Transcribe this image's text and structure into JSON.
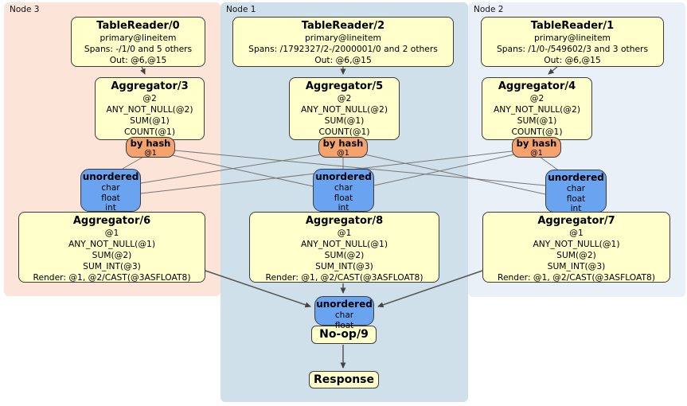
{
  "diagram": {
    "regions": [
      {
        "label": "Node 3",
        "table_reader": {
          "title": "TableReader/0",
          "lines": [
            "primary@lineitem",
            "Spans: -/1/0 and 5 others",
            "Out: @6,@15"
          ]
        },
        "aggregator_top": {
          "title": "Aggregator/3",
          "lines": [
            "@2",
            "ANY_NOT_NULL(@2)",
            "SUM(@1)",
            "COUNT(@1)"
          ]
        },
        "router": {
          "title": "by hash",
          "detail": "@1"
        },
        "sync": {
          "title": "unordered",
          "lines": [
            "char",
            "float",
            "int"
          ]
        },
        "aggregator_bottom": {
          "title": "Aggregator/6",
          "lines": [
            "@1",
            "ANY_NOT_NULL(@1)",
            "SUM(@2)",
            "SUM_INT(@3)",
            "Render: @1, @2/CAST(@3ASFLOAT8)"
          ]
        }
      },
      {
        "label": "Node 1",
        "table_reader": {
          "title": "TableReader/2",
          "lines": [
            "primary@lineitem",
            "Spans: /1792327/2-/2000001/0 and 2 others",
            "Out: @6,@15"
          ]
        },
        "aggregator_top": {
          "title": "Aggregator/5",
          "lines": [
            "@2",
            "ANY_NOT_NULL(@2)",
            "SUM(@1)",
            "COUNT(@1)"
          ]
        },
        "router": {
          "title": "by hash",
          "detail": "@1"
        },
        "sync": {
          "title": "unordered",
          "lines": [
            "char",
            "float",
            "int"
          ]
        },
        "aggregator_bottom": {
          "title": "Aggregator/8",
          "lines": [
            "@1",
            "ANY_NOT_NULL(@1)",
            "SUM(@2)",
            "SUM_INT(@3)",
            "Render: @1, @2/CAST(@3ASFLOAT8)"
          ]
        }
      },
      {
        "label": "Node 2",
        "table_reader": {
          "title": "TableReader/1",
          "lines": [
            "primary@lineitem",
            "Spans: /1/0-/549602/3 and 3 others",
            "Out: @6,@15"
          ]
        },
        "aggregator_top": {
          "title": "Aggregator/4",
          "lines": [
            "@2",
            "ANY_NOT_NULL(@2)",
            "SUM(@1)",
            "COUNT(@1)"
          ]
        },
        "router": {
          "title": "by hash",
          "detail": "@1"
        },
        "sync": {
          "title": "unordered",
          "lines": [
            "char",
            "float",
            "int"
          ]
        },
        "aggregator_bottom": {
          "title": "Aggregator/7",
          "lines": [
            "@1",
            "ANY_NOT_NULL(@1)",
            "SUM(@2)",
            "SUM_INT(@3)",
            "Render: @1, @2/CAST(@3ASFLOAT8)"
          ]
        }
      }
    ],
    "final": {
      "sync": {
        "title": "unordered",
        "lines": [
          "char",
          "float"
        ]
      },
      "noop_title": "No-op/9",
      "response_title": "Response"
    },
    "colors": {
      "processor_fill": "#ffffcc",
      "router_fill": "#f4a26e",
      "sync_fill": "#6aa3f0",
      "node3_bg": "#fce4d8",
      "node1_bg": "#cfe0ea",
      "node2_bg": "#e9f0f8",
      "edge": "#666666"
    }
  }
}
